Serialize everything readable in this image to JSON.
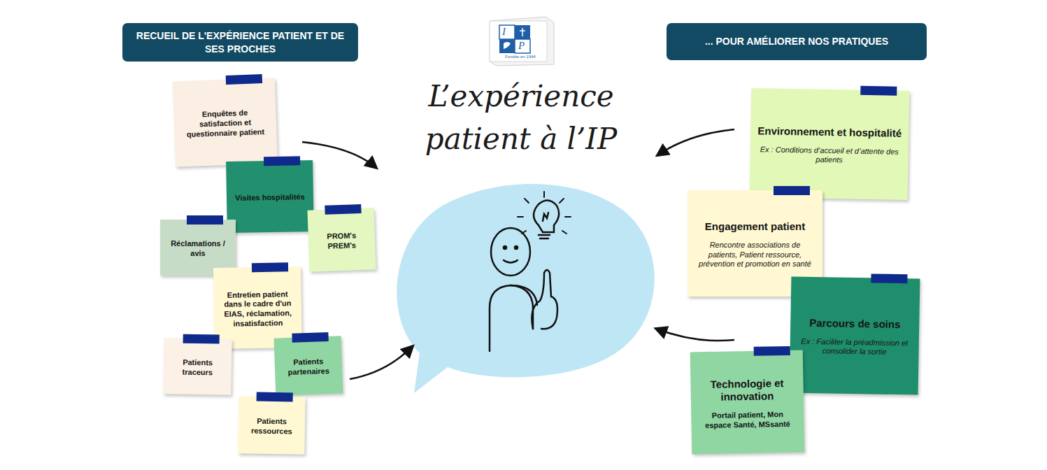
{
  "diagram": {
    "title": "L’expérience patient à l’IP",
    "nodes": [
      {
        "text": [
          "RECUEIL DE L'EXPÉRIENCE PATIENT ET DE SES PROCHES"
        ]
      },
      {
        "text": [
          "... POUR AMÉLIORER NOS PRATIQUES"
        ]
      },
      {
        "text": [
          "Enquêtes de satisfaction et questionnaire patient"
        ]
      },
      {
        "text": [
          "Visites hospitalités"
        ]
      },
      {
        "text": [
          "Réclamations / avis"
        ]
      },
      {
        "text": [
          "PROM's PREM's"
        ]
      },
      {
        "text": [
          "Entretien patient dans le cadre d'un EIAS, réclamation, insatisfaction"
        ]
      },
      {
        "text": [
          "Patients traceurs"
        ]
      },
      {
        "text": [
          "Patients partenaires"
        ]
      },
      {
        "text": [
          "Patients ressources"
        ]
      },
      {
        "text": [
          "Environnement et hospitalité",
          "Ex : Conditions d’accueil et d’attente des patients"
        ]
      },
      {
        "text": [
          "Engagement patient",
          "Rencontre associations de patients, Patient ressource, prévention et promotion en santé"
        ]
      },
      {
        "text": [
          "Parcours de soins",
          "Ex : Faciliter la préadmission et consolider la sortie"
        ]
      },
      {
        "text": [
          "Technologie et innovation",
          "Portail patient, Mon espace Santé, MSsanté"
        ]
      }
    ],
    "labels": [
      "I",
      "P",
      "Fondée en 1944"
    ]
  }
}
